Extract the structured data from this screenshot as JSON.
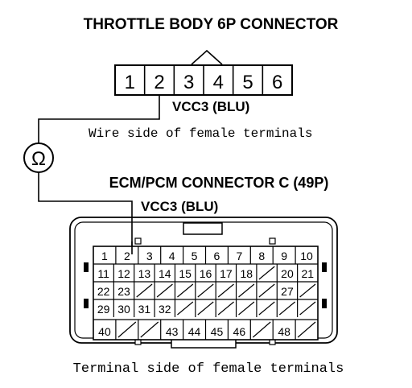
{
  "throttle": {
    "title": "THROTTLE BODY 6P CONNECTOR",
    "pins": [
      "1",
      "2",
      "3",
      "4",
      "5",
      "6"
    ],
    "wire_label": "VCC3 (BLU)",
    "side_note": "Wire side of female terminals"
  },
  "ohmmeter": {
    "symbol": "Ω"
  },
  "ecm": {
    "title": "ECM/PCM CONNECTOR C (49P)",
    "wire_label": "VCC3 (BLU)",
    "row1": [
      "1",
      "2",
      "3",
      "4",
      "5",
      "6",
      "7",
      "8",
      "9",
      "10"
    ],
    "row2": [
      "11",
      "12",
      "13",
      "14",
      "15",
      "16",
      "17",
      "18",
      "",
      "20",
      "21"
    ],
    "row3": [
      "22",
      "23",
      "",
      "",
      "",
      "",
      "",
      "",
      "",
      "27",
      ""
    ],
    "row4": [
      "29",
      "30",
      "31",
      "32",
      "",
      "",
      "",
      "",
      "",
      "",
      ""
    ],
    "row5": [
      "40",
      "",
      "",
      "43",
      "44",
      "45",
      "46",
      "",
      "48",
      ""
    ],
    "side_note": "Terminal side of female terminals"
  },
  "colors": {
    "line": "#000000",
    "background": "#ffffff"
  }
}
